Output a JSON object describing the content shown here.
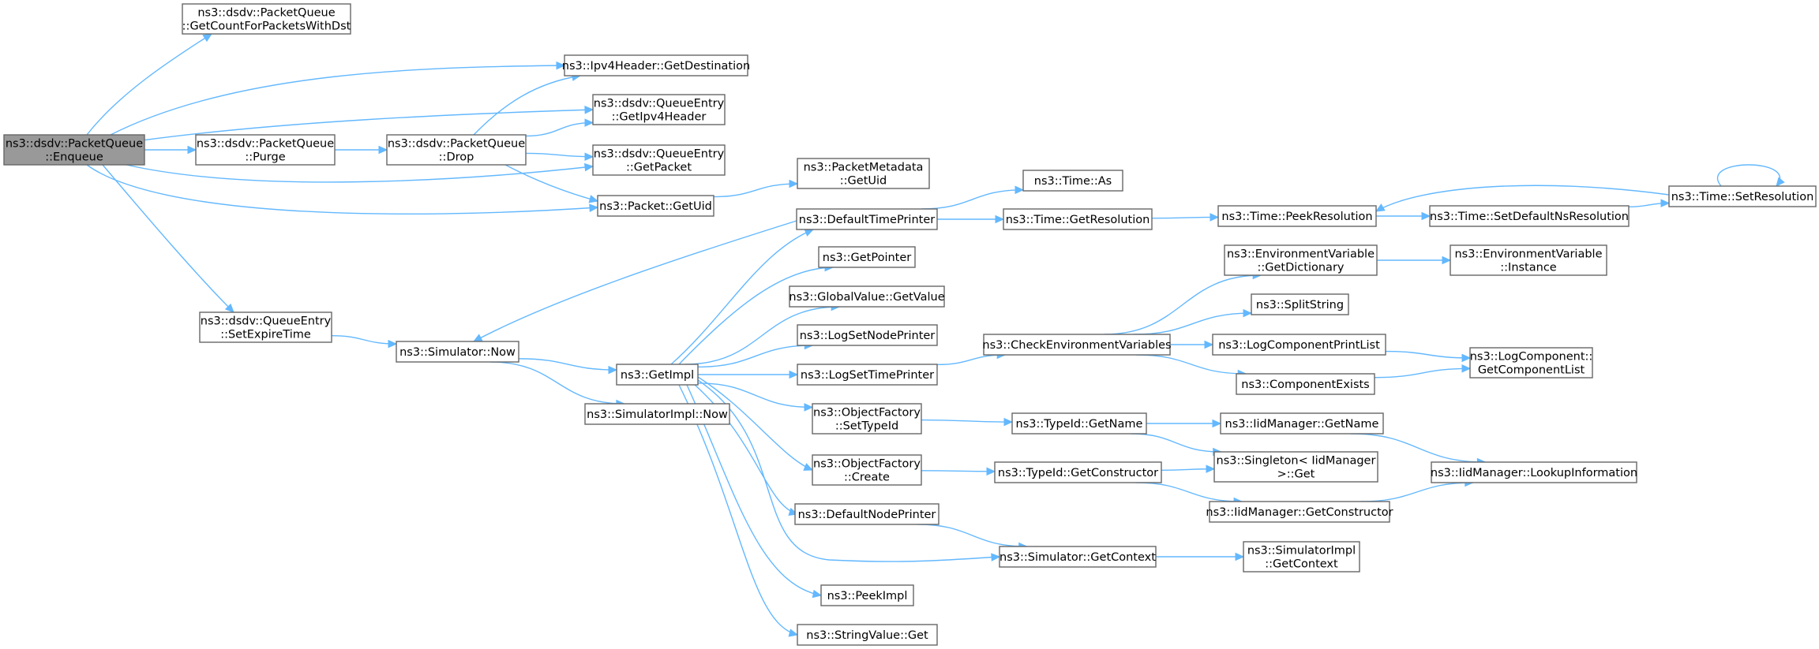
{
  "graph": {
    "colors": {
      "edge": "#63b8ff",
      "node_border": "#666666",
      "root_fill": "#999999",
      "node_fill": "#ffffff"
    },
    "nodes": [
      {
        "id": "enqueue",
        "lines": [
          "ns3::dsdv::PacketQueue",
          "::Enqueue"
        ],
        "root": true
      },
      {
        "id": "getcount",
        "lines": [
          "ns3::dsdv::PacketQueue",
          "::GetCountForPacketsWithDst"
        ]
      },
      {
        "id": "getdest",
        "lines": [
          "ns3::Ipv4Header::GetDestination"
        ]
      },
      {
        "id": "getipv4",
        "lines": [
          "ns3::dsdv::QueueEntry",
          "::GetIpv4Header"
        ]
      },
      {
        "id": "purge",
        "lines": [
          "ns3::dsdv::PacketQueue",
          "::Purge"
        ]
      },
      {
        "id": "drop",
        "lines": [
          "ns3::dsdv::PacketQueue",
          "::Drop"
        ]
      },
      {
        "id": "getpacket",
        "lines": [
          "ns3::dsdv::QueueEntry",
          "::GetPacket"
        ]
      },
      {
        "id": "getuid",
        "lines": [
          "ns3::Packet::GetUid"
        ]
      },
      {
        "id": "metauid",
        "lines": [
          "ns3::PacketMetadata",
          "::GetUid"
        ]
      },
      {
        "id": "setexpire",
        "lines": [
          "ns3::dsdv::QueueEntry",
          "::SetExpireTime"
        ]
      },
      {
        "id": "simnow",
        "lines": [
          "ns3::Simulator::Now"
        ]
      },
      {
        "id": "simimplnow",
        "lines": [
          "ns3::SimulatorImpl::Now"
        ]
      },
      {
        "id": "getimpl",
        "lines": [
          "ns3::GetImpl"
        ]
      },
      {
        "id": "deftimeprinter",
        "lines": [
          "ns3::DefaultTimePrinter"
        ]
      },
      {
        "id": "getpointer",
        "lines": [
          "ns3::GetPointer"
        ]
      },
      {
        "id": "globalvalue",
        "lines": [
          "ns3::GlobalValue::GetValue"
        ]
      },
      {
        "id": "lognodeprinter",
        "lines": [
          "ns3::LogSetNodePrinter"
        ]
      },
      {
        "id": "logtimeprinter",
        "lines": [
          "ns3::LogSetTimePrinter"
        ]
      },
      {
        "id": "ofsettypeid",
        "lines": [
          "ns3::ObjectFactory",
          "::SetTypeId"
        ]
      },
      {
        "id": "ofcreate",
        "lines": [
          "ns3::ObjectFactory",
          "::Create"
        ]
      },
      {
        "id": "defnodeprinter",
        "lines": [
          "ns3::DefaultNodePrinter"
        ]
      },
      {
        "id": "peekimpl",
        "lines": [
          "ns3::PeekImpl"
        ]
      },
      {
        "id": "stringvalue",
        "lines": [
          "ns3::StringValue::Get"
        ]
      },
      {
        "id": "timeas",
        "lines": [
          "ns3::Time::As"
        ]
      },
      {
        "id": "timegetres",
        "lines": [
          "ns3::Time::GetResolution"
        ]
      },
      {
        "id": "checkenv",
        "lines": [
          "ns3::CheckEnvironmentVariables"
        ]
      },
      {
        "id": "typeidname",
        "lines": [
          "ns3::TypeId::GetName"
        ]
      },
      {
        "id": "typeidctor",
        "lines": [
          "ns3::TypeId::GetConstructor"
        ]
      },
      {
        "id": "simgetctx",
        "lines": [
          "ns3::Simulator::GetContext"
        ]
      },
      {
        "id": "peekres",
        "lines": [
          "ns3::Time::PeekResolution"
        ]
      },
      {
        "id": "setdefns",
        "lines": [
          "ns3::Time::SetDefaultNsResolution"
        ]
      },
      {
        "id": "setres",
        "lines": [
          "ns3::Time::SetResolution"
        ]
      },
      {
        "id": "envdict",
        "lines": [
          "ns3::EnvironmentVariable",
          "::GetDictionary"
        ]
      },
      {
        "id": "envinst",
        "lines": [
          "ns3::EnvironmentVariable",
          "::Instance"
        ]
      },
      {
        "id": "splitstring",
        "lines": [
          "ns3::SplitString"
        ]
      },
      {
        "id": "logcomplist",
        "lines": [
          "ns3::LogComponentPrintList"
        ]
      },
      {
        "id": "compexists",
        "lines": [
          "ns3::ComponentExists"
        ]
      },
      {
        "id": "logcompget",
        "lines": [
          "ns3::LogComponent::",
          "GetComponentList"
        ]
      },
      {
        "id": "iidgetname",
        "lines": [
          "ns3::IidManager::GetName"
        ]
      },
      {
        "id": "singleton",
        "lines": [
          "ns3::Singleton< IidManager",
          " >::Get"
        ]
      },
      {
        "id": "iidgetctor",
        "lines": [
          "ns3::IidManager::GetConstructor"
        ]
      },
      {
        "id": "iidlookup",
        "lines": [
          "ns3::IidManager::LookupInformation"
        ]
      },
      {
        "id": "simimplctx",
        "lines": [
          "ns3::SimulatorImpl",
          "::GetContext"
        ]
      }
    ],
    "edges": [
      [
        "enqueue",
        "getcount"
      ],
      [
        "enqueue",
        "getdest"
      ],
      [
        "enqueue",
        "getipv4"
      ],
      [
        "enqueue",
        "purge"
      ],
      [
        "enqueue",
        "getpacket"
      ],
      [
        "enqueue",
        "getuid"
      ],
      [
        "enqueue",
        "setexpire"
      ],
      [
        "purge",
        "drop"
      ],
      [
        "drop",
        "getdest"
      ],
      [
        "drop",
        "getipv4"
      ],
      [
        "drop",
        "getpacket"
      ],
      [
        "drop",
        "getuid"
      ],
      [
        "getuid",
        "metauid"
      ],
      [
        "setexpire",
        "simnow"
      ],
      [
        "simnow",
        "simimplnow"
      ],
      [
        "simnow",
        "getimpl"
      ],
      [
        "getimpl",
        "deftimeprinter"
      ],
      [
        "getimpl",
        "getpointer"
      ],
      [
        "getimpl",
        "globalvalue"
      ],
      [
        "getimpl",
        "lognodeprinter"
      ],
      [
        "getimpl",
        "logtimeprinter"
      ],
      [
        "getimpl",
        "ofsettypeid"
      ],
      [
        "getimpl",
        "ofcreate"
      ],
      [
        "getimpl",
        "defnodeprinter"
      ],
      [
        "getimpl",
        "peekimpl"
      ],
      [
        "getimpl",
        "stringvalue"
      ],
      [
        "getimpl",
        "simgetctx"
      ],
      [
        "deftimeprinter",
        "simnow"
      ],
      [
        "deftimeprinter",
        "timeas"
      ],
      [
        "deftimeprinter",
        "timegetres"
      ],
      [
        "timegetres",
        "peekres"
      ],
      [
        "peekres",
        "setdefns"
      ],
      [
        "setdefns",
        "setres"
      ],
      [
        "setres",
        "peekres"
      ],
      [
        "setres",
        "setres"
      ],
      [
        "logtimeprinter",
        "checkenv"
      ],
      [
        "checkenv",
        "envdict"
      ],
      [
        "checkenv",
        "splitstring"
      ],
      [
        "checkenv",
        "logcomplist"
      ],
      [
        "checkenv",
        "compexists"
      ],
      [
        "envdict",
        "envinst"
      ],
      [
        "logcomplist",
        "logcompget"
      ],
      [
        "compexists",
        "logcompget"
      ],
      [
        "ofsettypeid",
        "typeidname"
      ],
      [
        "ofcreate",
        "typeidctor"
      ],
      [
        "typeidname",
        "iidgetname"
      ],
      [
        "typeidname",
        "singleton"
      ],
      [
        "typeidctor",
        "singleton"
      ],
      [
        "typeidctor",
        "iidgetctor"
      ],
      [
        "iidgetname",
        "iidlookup"
      ],
      [
        "iidgetctor",
        "iidlookup"
      ],
      [
        "defnodeprinter",
        "simgetctx"
      ],
      [
        "simgetctx",
        "simimplctx"
      ]
    ]
  }
}
